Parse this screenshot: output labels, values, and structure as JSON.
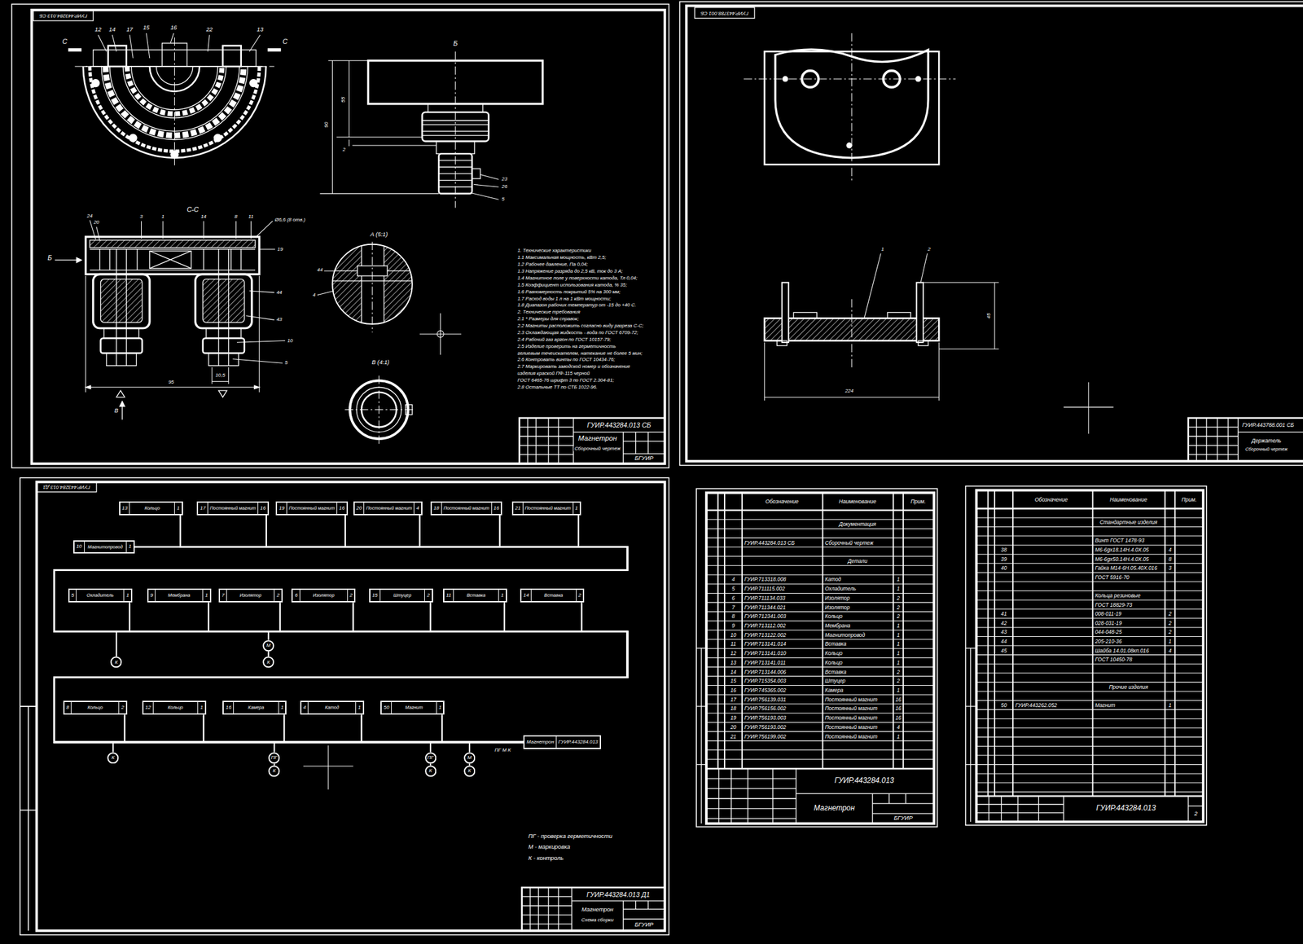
{
  "diagram": {
    "nodes": [
      {
        "text": [
          "10",
          "Магнитопровод",
          "1"
        ]
      },
      {
        "text": [
          "13",
          "Кольцо",
          "1"
        ]
      },
      {
        "text": [
          "17",
          "Постоянный магнит",
          "16"
        ]
      },
      {
        "text": [
          "19",
          "Постоянный магнит",
          "16"
        ]
      },
      {
        "text": [
          "20",
          "Постоянный магнит",
          "4"
        ]
      },
      {
        "text": [
          "18",
          "Постоянный магнит",
          "16"
        ]
      },
      {
        "text": [
          "21",
          "Постоянный магнит",
          "1"
        ]
      },
      {
        "text": [
          "5",
          "Охладитель",
          "1"
        ]
      },
      {
        "text": [
          "9",
          "Мембрана",
          "1"
        ]
      },
      {
        "text": [
          "7",
          "Изолятор",
          "2"
        ]
      },
      {
        "text": [
          "6",
          "Изолятор",
          "2"
        ]
      },
      {
        "text": [
          "15",
          "Штуцер",
          "2"
        ]
      },
      {
        "text": [
          "11",
          "Вставка",
          "1"
        ]
      },
      {
        "text": [
          "14",
          "Вставка",
          "2"
        ]
      },
      {
        "text": [
          "8",
          "Кольцо",
          "2"
        ]
      },
      {
        "text": [
          "12",
          "Кольцо",
          "1"
        ]
      },
      {
        "text": [
          "16",
          "Камера",
          "1"
        ]
      },
      {
        "text": [
          "4",
          "Катод",
          "1"
        ]
      },
      {
        "text": [
          "50",
          "Магнит",
          "1"
        ]
      },
      {
        "text": [
          "Магнетрон",
          "ГУИР.443284.013"
        ]
      },
      {
        "text": [
          "К"
        ]
      },
      {
        "text": [
          "М"
        ]
      },
      {
        "text": [
          "К"
        ]
      },
      {
        "text": [
          "К"
        ]
      },
      {
        "text": [
          "ПГ"
        ]
      },
      {
        "text": [
          "К"
        ]
      },
      {
        "text": [
          "ПГ"
        ]
      },
      {
        "text": [
          "К"
        ]
      },
      {
        "text": [
          "М"
        ]
      },
      {
        "text": [
          "К"
        ]
      }
    ],
    "edges": [
      {
        "from": 0,
        "to": 19,
        "arrow": "none"
      },
      {
        "from": 1,
        "to": 19,
        "arrow": "none"
      },
      {
        "from": 2,
        "to": 19,
        "arrow": "none"
      },
      {
        "from": 3,
        "to": 19,
        "arrow": "none"
      },
      {
        "from": 4,
        "to": 19,
        "arrow": "none"
      },
      {
        "from": 5,
        "to": 19,
        "arrow": "none"
      },
      {
        "from": 6,
        "to": 19,
        "arrow": "none"
      },
      {
        "from": 7,
        "to": 19,
        "arrow": "none"
      },
      {
        "from": 8,
        "to": 19,
        "arrow": "none"
      },
      {
        "from": 9,
        "to": 19,
        "arrow": "none"
      },
      {
        "from": 10,
        "to": 19,
        "arrow": "none"
      },
      {
        "from": 11,
        "to": 19,
        "arrow": "none"
      },
      {
        "from": 12,
        "to": 19,
        "arrow": "none"
      },
      {
        "from": 13,
        "to": 19,
        "arrow": "none"
      },
      {
        "from": 14,
        "to": 19,
        "arrow": "none"
      },
      {
        "from": 15,
        "to": 19,
        "arrow": "none"
      },
      {
        "from": 16,
        "to": 19,
        "arrow": "none"
      },
      {
        "from": 17,
        "to": 19,
        "arrow": "none"
      },
      {
        "from": 18,
        "to": 19,
        "arrow": "none"
      }
    ],
    "labels": [
      "ГУИР.443284.013 СБ",
      "12",
      "14",
      "17",
      "15",
      "16",
      "22",
      "13",
      "С",
      "С",
      "С-С",
      "24",
      "20",
      "3",
      "1",
      "14",
      "8",
      "11",
      "Ø6,6 (8 отв.)",
      "19",
      "Б",
      "44",
      "43",
      "10",
      "5",
      "95",
      "10,5",
      "В",
      "Б",
      "55",
      "90",
      "2",
      "23",
      "26",
      "5",
      "А (5:1)",
      "44",
      "4",
      "В (4:1)",
      "1. Технические характеристики",
      "1.1 Максимальная мощность, кВт 2,5;",
      "1.2 Рабочее давление, Па 0,04;",
      "1.3 Напряжение разряда до 2,5 кВ, ток до 3 А;",
      "1.4 Магнитное поле у поверхности катода, Тл 0,04;",
      "1.5 Коэффициент использования катода, % 35;",
      "1.6 Равномерность покрытий 5% на 300 мм;",
      "1.7 Расход воды 1 л на 1 кВт мощности;",
      "1.8 Диапазон рабочих температур от -15 до +40 С.",
      "2. Технические требования",
      "2.1 * Размеры для справок;",
      "2.2 Магниты расположить согласно виду разреза С-С;",
      "2.3 Охлаждающая жидкость - вода по ГОСТ 6709-72;",
      "2.4 Рабочий газ аргон по ГОСТ 10157-79;",
      "2.5 Изделие проверить на герметичность",
      "гелиевым течеискателем, натекание не более 5 мин;",
      "2.6 Контровать винты по ГОСТ 10434-76;",
      "2.7 Маркировать заводской номер и обозначение",
      "изделия краской ПФ-115 черной",
      "ГОСТ 6465-76 шрифт 3 по ГОСТ 2.304-81;",
      "2.8 Остальные ТТ по СТБ 1022-96.",
      "ГУИР.443284.013 СБ",
      "Магнетрон",
      "Сборочный чертеж",
      "БГУИР",
      "ГУИР.443788.001 СБ",
      "1",
      "2",
      "45",
      "224",
      "ГУИР.443788.001 СБ",
      "Держатель",
      "Сборочный чертеж",
      "ГУИР.443284.013 Д1",
      "ПГ М К",
      "ГУИР.443284.013 Д1",
      "Магнетрон",
      "Схема сборки",
      "БГУИР",
      "Обозначение",
      "Наименование",
      "Прим.",
      "Документация",
      "ГУИР.443284.013 СБ",
      "Сборочный чертеж",
      "Детали",
      "4",
      "ГУИР.713318.008",
      "Катод",
      "1",
      "5",
      "ГУИР.711115.002",
      "Охладитель",
      "1",
      "6",
      "ГУИР.711134.033",
      "Изолятор",
      "2",
      "7",
      "ГУИР.711344.021",
      "Изолятор",
      "2",
      "8",
      "ГУИР.712341.003",
      "Кольцо",
      "2",
      "9",
      "ГУИР.713112.002",
      "Мембрана",
      "1",
      "10",
      "ГУИР.713122.002",
      "Магнитопровод",
      "1",
      "11",
      "ГУИР.713141.014",
      "Вставка",
      "1",
      "12",
      "ГУИР.713141.010",
      "Кольцо",
      "1",
      "13",
      "ГУИР.713141.011",
      "Кольцо",
      "1",
      "14",
      "ГУИР.713144.006",
      "Вставка",
      "2",
      "15",
      "ГУИР.715354.003",
      "Штуцер",
      "2",
      "16",
      "ГУИР.745365.002",
      "Камера",
      "1",
      "17",
      "ГУИР.756139.031",
      "Постоянный магнит",
      "16",
      "18",
      "ГУИР.756156.002",
      "Постоянный магнит",
      "16",
      "19",
      "ГУИР.756193.003",
      "Постоянный магнит",
      "16",
      "20",
      "ГУИР.756193.002",
      "Постоянный магнит",
      "4",
      "21",
      "ГУИР.756199.002",
      "Постоянный магнит",
      "1",
      "ГУИР.443284.013",
      "Магнетрон",
      "БГУИР",
      "Обозначение",
      "Наименование",
      "Прим.",
      "Стандартные изделия",
      "Винт ГОСТ 1478-93",
      "38",
      "М6-6gх18.14Н.4.0Х.05",
      "4",
      "39",
      "М6-6gх50.14Н.4.0Х.05",
      "8",
      "40",
      "Гайка М14-6Н.05.40Х.016",
      "3",
      "ГОСТ 5916-70",
      "Кольца резиновые",
      "ГОСТ 18829-73",
      "41",
      "008-011-19",
      "2",
      "42",
      "028-031-19",
      "2",
      "43",
      "044-048-25",
      "2",
      "44",
      "205-210-36",
      "1",
      "45",
      "Шайба 14.01.08кп.016",
      "4",
      "ГОСТ 10450-78",
      "Прочие изделия",
      "50",
      "ГУИР.443262.052",
      "Магнит",
      "1",
      "ГУИР.443284.013",
      "2"
    ],
    "legend": [
      {
        "text": "ПГ - проверка герметичности"
      },
      {
        "text": "М - маркировка"
      },
      {
        "text": "К - контроль"
      }
    ]
  }
}
